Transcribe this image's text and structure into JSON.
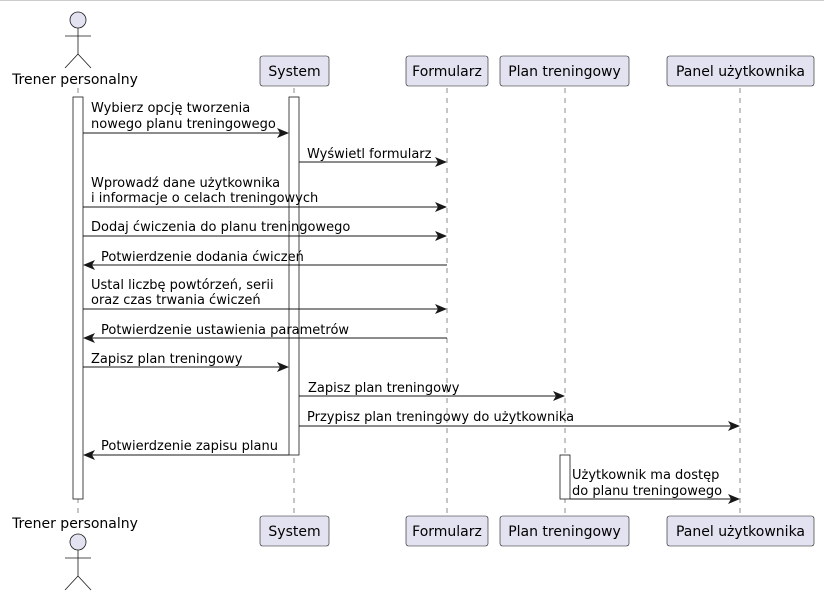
{
  "participants": [
    {
      "id": "trener",
      "label": "Trener personalny",
      "kind": "actor"
    },
    {
      "id": "system",
      "label": "System",
      "kind": "participant"
    },
    {
      "id": "formularz",
      "label": "Formularz",
      "kind": "participant"
    },
    {
      "id": "plan",
      "label": "Plan treningowy",
      "kind": "participant"
    },
    {
      "id": "panel",
      "label": "Panel użytkownika",
      "kind": "participant"
    }
  ],
  "messages": [
    {
      "from": "trener",
      "to": "system",
      "lines": [
        "Wybierz opcję tworzenia",
        "nowego planu treningowego"
      ]
    },
    {
      "from": "system",
      "to": "formularz",
      "lines": [
        "Wyświetl formularz"
      ]
    },
    {
      "from": "trener",
      "to": "formularz",
      "lines": [
        "Wprowadź dane użytkownika",
        "i informacje o celach treningowych"
      ]
    },
    {
      "from": "trener",
      "to": "formularz",
      "lines": [
        "Dodaj ćwiczenia do planu treningowego"
      ]
    },
    {
      "from": "formularz",
      "to": "trener",
      "lines": [
        "Potwierdzenie dodania ćwiczeń"
      ]
    },
    {
      "from": "trener",
      "to": "formularz",
      "lines": [
        "Ustal liczbę powtórzeń, serii",
        "oraz czas trwania ćwiczeń"
      ]
    },
    {
      "from": "formularz",
      "to": "trener",
      "lines": [
        "Potwierdzenie ustawienia parametrów"
      ]
    },
    {
      "from": "trener",
      "to": "system",
      "lines": [
        "Zapisz plan treningowy"
      ]
    },
    {
      "from": "system",
      "to": "plan",
      "lines": [
        "Zapisz plan treningowy"
      ]
    },
    {
      "from": "system",
      "to": "panel",
      "lines": [
        "Przypisz plan treningowy do użytkownika"
      ]
    },
    {
      "from": "system",
      "to": "trener",
      "lines": [
        "Potwierdzenie zapisu planu"
      ]
    },
    {
      "from": "plan",
      "to": "panel",
      "lines": [
        "Użytkownik ma dostęp",
        "do planu treningowego"
      ]
    }
  ]
}
